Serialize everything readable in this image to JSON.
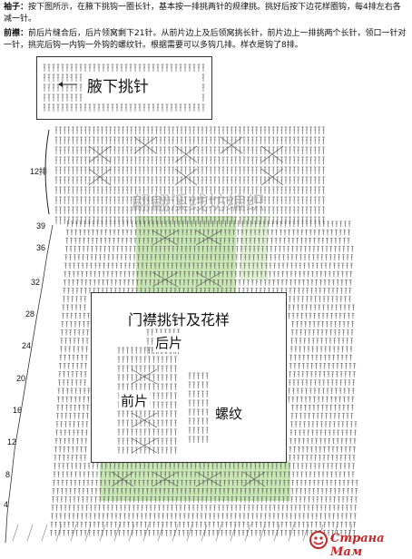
{
  "sleeve": {
    "label": "袖子：",
    "text": "按下图所示，在腋下挑钩一圈长针，基本按一排挑两针的规律挑。挑好后按下边花样圈钩，每4排左右各减一针。"
  },
  "front": {
    "label": "前襟：",
    "text": "前后片缝合后，后片领窝剩下21针。从前片边上及后领窝挑长针，前片边上一排挑两个长针，领口一针对一针，挑完后钩一内钩一外钩的螺纹针。根据需要可以多钩几排。样衣是钩了8排。"
  },
  "inset_top": {
    "title": "腋下挑针"
  },
  "inset_main": {
    "title": "门襟挑针及花样",
    "back": "后片",
    "front": "前片",
    "rib": "螺纹"
  },
  "left_marker": "12排",
  "row_numbers": [
    "39",
    "36",
    "32",
    "28",
    "24",
    "20",
    "16",
    "12",
    "8",
    "4"
  ],
  "watermark": "翩翩溪线坊编织",
  "logo": "Страна Мам",
  "colors": {
    "symbol": "#555555",
    "green_band": "#c9e6b5",
    "accent_red": "#c62828"
  }
}
